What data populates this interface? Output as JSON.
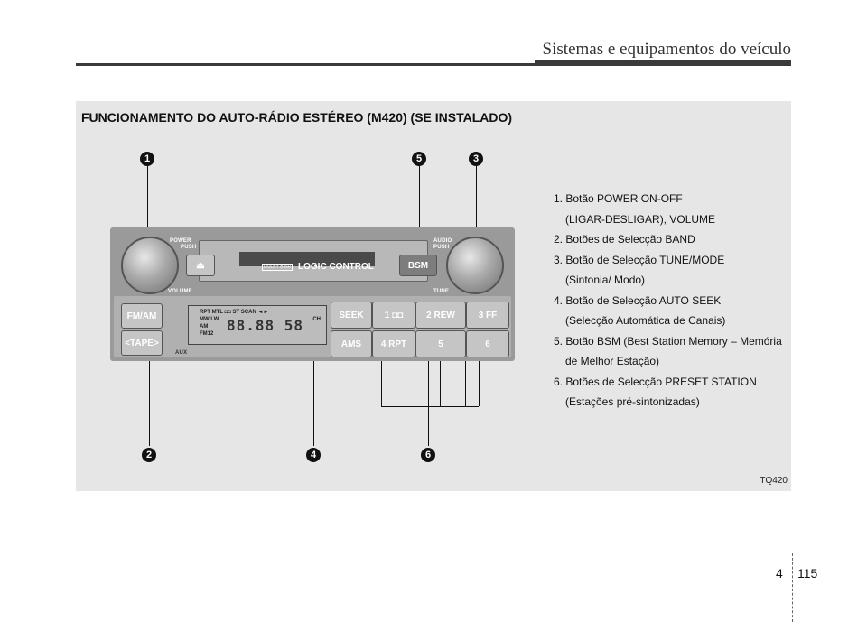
{
  "header": {
    "title": "Sistemas e equipamentos do veículo"
  },
  "panel": {
    "title": "FUNCIONAMENTO DO AUTO-RÁDIO ESTÉREO (M420) (SE INSTALADO)",
    "code": "TQ420"
  },
  "callouts": [
    "1",
    "2",
    "3",
    "4",
    "5",
    "6"
  ],
  "radio": {
    "power_label": "POWER",
    "push_label": "PUSH",
    "volume_label": "VOLUME",
    "audio_label": "AUDIO",
    "audio_push": "PUSH",
    "tune_label": "TUNE",
    "logic_control": "LOGIC CONTROL",
    "dolby": "DOLBY B NR",
    "bsm": "BSM",
    "fmam": "FM/AM",
    "tape": "<TAPE>",
    "aux": "AUX",
    "seek": "SEEK",
    "ams": "AMS",
    "preset1": "1  ◘◘",
    "preset2": "2 REW",
    "preset3": "3  FF",
    "preset4": "4  RPT",
    "preset5": "5",
    "preset6": "6",
    "display_line1": "RPT  MTL  ◘◘  ST  SCAN  ◄►",
    "display_line2": "MW LW",
    "display_line3": "AM",
    "display_line4": "FM12",
    "display_ch": "CH",
    "display_digits": "88.88 58"
  },
  "legend": [
    {
      "line1": "1. Botão POWER ON-OFF",
      "line2": "(LIGAR-DESLIGAR), VOLUME"
    },
    {
      "line1": "2. Botões de Selecção BAND",
      "line2": ""
    },
    {
      "line1": "3. Botão de Selecção TUNE/MODE",
      "line2": "(Sintonia/ Modo)"
    },
    {
      "line1": "4. Botão de Selecção AUTO SEEK",
      "line2": "(Selecção Automática de Canais)"
    },
    {
      "line1": "5. Botão BSM (Best Station Memory – Memória",
      "line2": "de Melhor Estação)"
    },
    {
      "line1": "6. Botões de Selecção PRESET STATION",
      "line2": "(Estações pré-sintonizadas)"
    }
  ],
  "footer": {
    "section": "4",
    "page": "115"
  }
}
